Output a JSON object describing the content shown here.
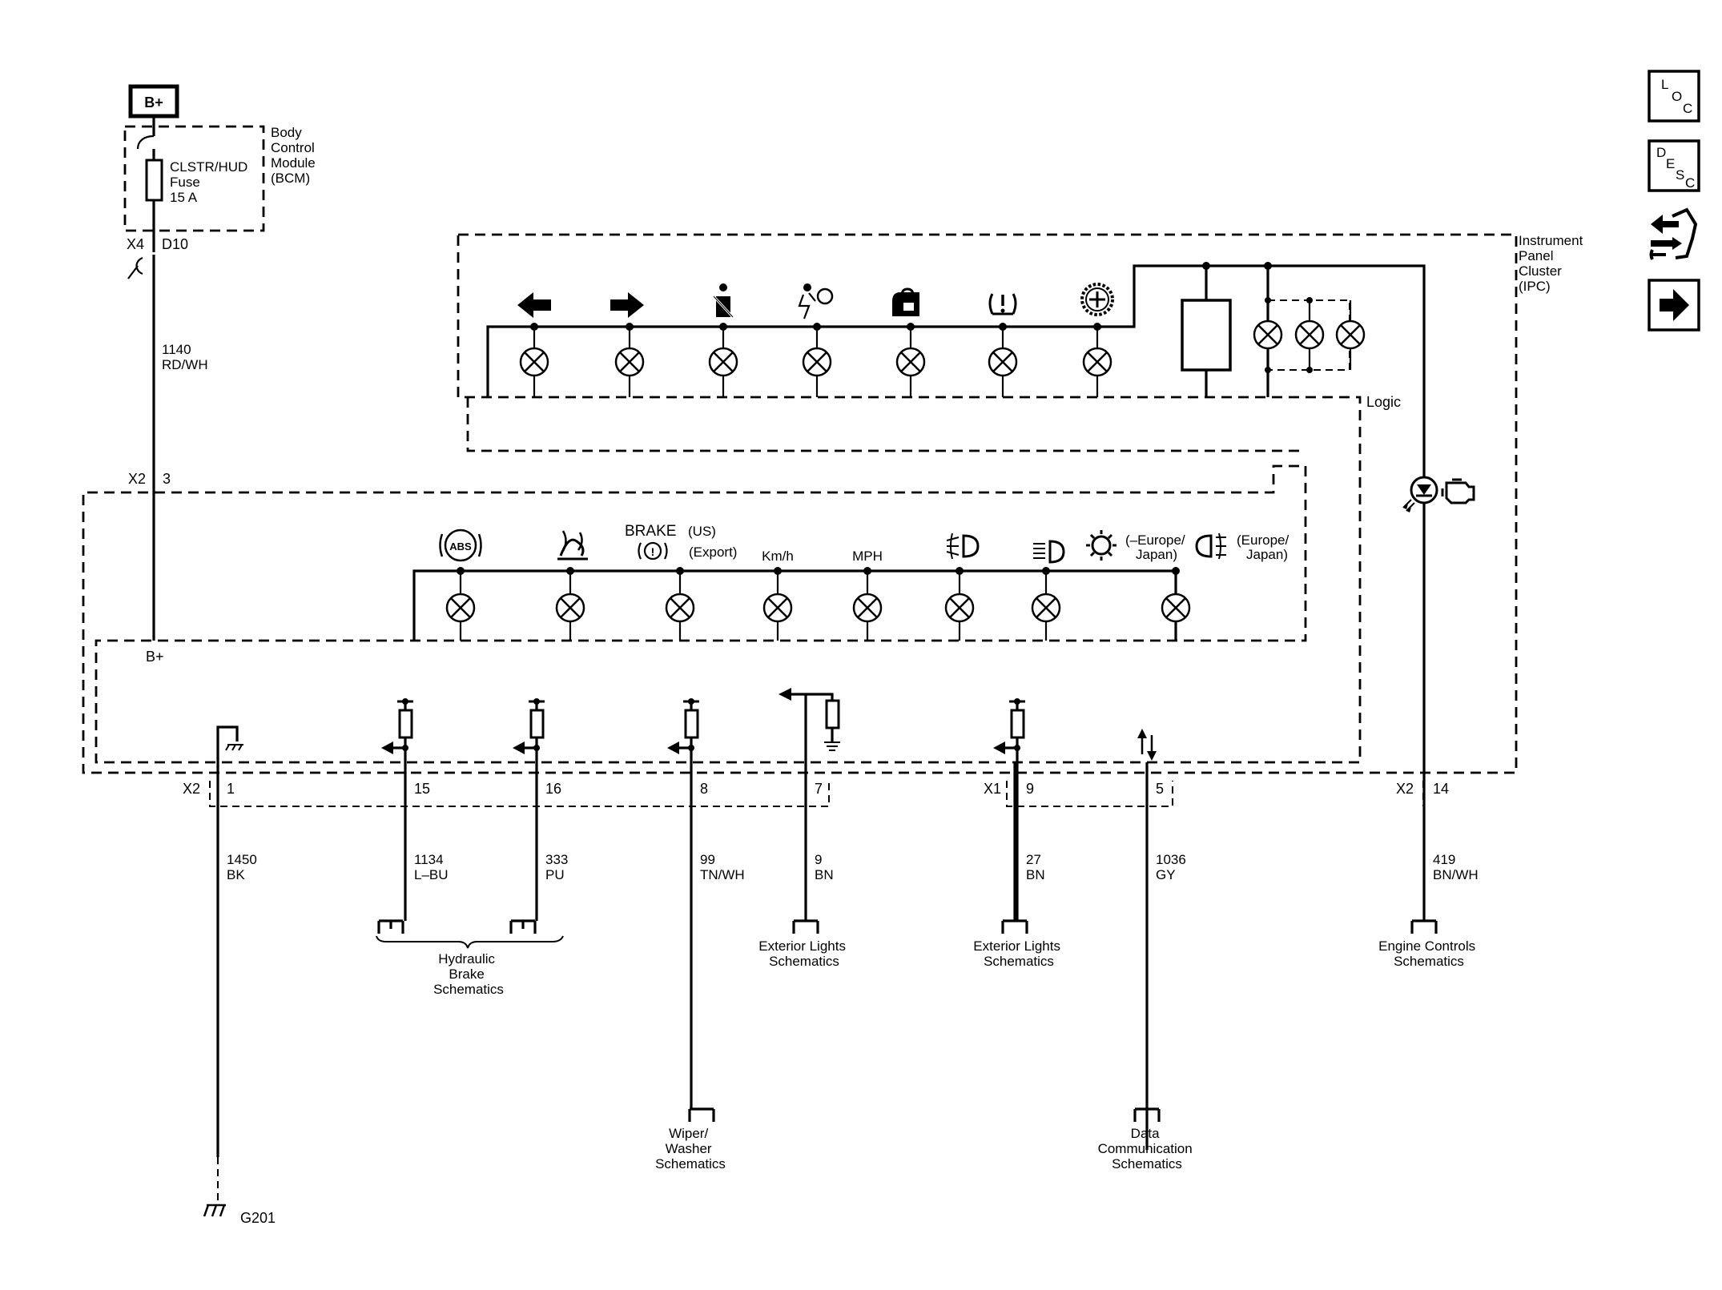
{
  "power": {
    "source": "B+",
    "module_lines": [
      "Body",
      "Control",
      "Module",
      "(BCM)"
    ],
    "fuse_lines": [
      "CLSTR/HUD",
      "Fuse",
      "15 A"
    ],
    "bcm_connector": "X4",
    "bcm_pin": "D10",
    "feed_circuit": "1140",
    "feed_color": "RD/WH"
  },
  "ipc": {
    "title_lines": [
      "Instrument",
      "Panel",
      "Cluster",
      "(IPC)"
    ],
    "logic_label": "Logic",
    "input_connector": "X2",
    "input_pin": "3",
    "input_label": "B+",
    "upper_indicators": [
      {
        "icon": "left-turn-arrow-icon"
      },
      {
        "icon": "right-turn-arrow-icon"
      },
      {
        "icon": "seat-belt-icon"
      },
      {
        "icon": "airbag-icon"
      },
      {
        "icon": "security-lock-icon"
      },
      {
        "icon": "tire-pressure-icon"
      },
      {
        "icon": "service-gear-icon"
      }
    ],
    "lower_indicators": [
      {
        "icon": "abs-icon",
        "text": "ABS"
      },
      {
        "icon": "traction-control-icon",
        "text": ""
      },
      {
        "icon": "brake-icon",
        "text": "BRAKE",
        "note": "(US)",
        "note2": "(Export)"
      },
      {
        "icon": "",
        "text": "Km/h"
      },
      {
        "icon": "",
        "text": "MPH"
      },
      {
        "icon": "front-fog-lamp-icon",
        "text": ""
      },
      {
        "icon": "high-beam-icon",
        "text": ""
      },
      {
        "icon": "light-sensor-icon",
        "text": "(–Europe/",
        "text2": "Japan)"
      },
      {
        "icon": "rear-fog-lamp-icon",
        "text": "(Europe/",
        "text2": "Japan)"
      }
    ]
  },
  "connectors": [
    {
      "connector": "X2",
      "pin": "1",
      "circuit": "1450",
      "color": "BK",
      "destination": [
        "G201"
      ]
    },
    {
      "connector": "",
      "pin": "15",
      "circuit": "1134",
      "color": "L–BU",
      "destination": []
    },
    {
      "connector": "",
      "pin": "16",
      "circuit": "333",
      "color": "PU",
      "destination": []
    },
    {
      "connector": "",
      "pin": "8",
      "circuit": "99",
      "color": "TN/WH",
      "destination": [
        "Wiper/",
        "Washer",
        "Schematics"
      ]
    },
    {
      "connector": "",
      "pin": "7",
      "circuit": "9",
      "color": "BN",
      "destination": [
        "Exterior Lights",
        "Schematics"
      ]
    },
    {
      "connector": "X1",
      "pin": "9",
      "circuit": "27",
      "color": "BN",
      "destination": [
        "Exterior Lights",
        "Schematics"
      ]
    },
    {
      "connector": "",
      "pin": "5",
      "circuit": "1036",
      "color": "GY",
      "destination": [
        "Data",
        "Communication",
        "Schematics"
      ]
    },
    {
      "connector": "X2",
      "pin": "14",
      "circuit": "419",
      "color": "BN/WH",
      "destination": [
        "Engine Controls",
        "Schematics"
      ]
    }
  ],
  "brake_group": [
    "Hydraulic",
    "Brake",
    "Schematics"
  ],
  "nav": {
    "loc": [
      "L",
      "O",
      "C"
    ],
    "desc": [
      "D",
      "E",
      "S",
      "C"
    ],
    "service_icon": "connector-service-icon",
    "next_icon": "next-arrow-icon"
  }
}
